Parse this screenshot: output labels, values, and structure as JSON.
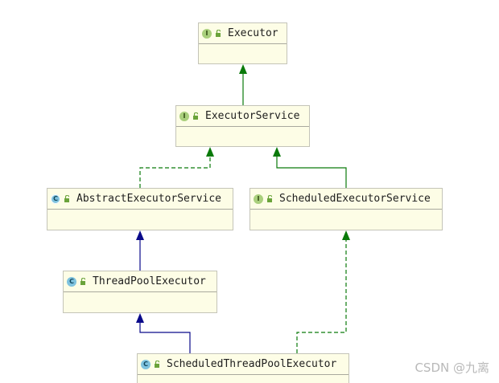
{
  "nodes": {
    "executor": {
      "label": "Executor",
      "kind": "I"
    },
    "executor_service": {
      "label": "ExecutorService",
      "kind": "I"
    },
    "abstract_executor_service": {
      "label": "AbstractExecutorService",
      "kind": "C"
    },
    "scheduled_executor_service": {
      "label": "ScheduledExecutorService",
      "kind": "I"
    },
    "thread_pool_executor": {
      "label": "ThreadPoolExecutor",
      "kind": "C"
    },
    "scheduled_thread_pool_executor": {
      "label": "ScheduledThreadPoolExecutor",
      "kind": "C"
    }
  },
  "edges": [
    {
      "from": "executor_service",
      "to": "executor",
      "relation": "extends",
      "style": "solid",
      "color": "#0a7a0a"
    },
    {
      "from": "abstract_executor_service",
      "to": "executor_service",
      "relation": "implements",
      "style": "dashed",
      "color": "#0a7a0a"
    },
    {
      "from": "scheduled_executor_service",
      "to": "executor_service",
      "relation": "extends",
      "style": "solid",
      "color": "#0a7a0a"
    },
    {
      "from": "thread_pool_executor",
      "to": "abstract_executor_service",
      "relation": "extends",
      "style": "solid",
      "color": "#0a0a8a"
    },
    {
      "from": "scheduled_thread_pool_executor",
      "to": "thread_pool_executor",
      "relation": "extends",
      "style": "solid",
      "color": "#0a0a8a"
    },
    {
      "from": "scheduled_thread_pool_executor",
      "to": "scheduled_executor_service",
      "relation": "implements",
      "style": "dashed",
      "color": "#0a7a0a"
    }
  ],
  "colors": {
    "node_fill": "#fdfde6",
    "node_border": "#c4c4b8",
    "interface_badge": "#a9cf7c",
    "class_badge": "#7fc3df",
    "green_arrow": "#0a7a0a",
    "blue_arrow": "#0a0a8a"
  },
  "icons": {
    "interface": "interface-badge-icon",
    "class": "class-badge-icon",
    "visibility": "unlocked-padlock-icon"
  },
  "watermark": "CSDN @九离"
}
